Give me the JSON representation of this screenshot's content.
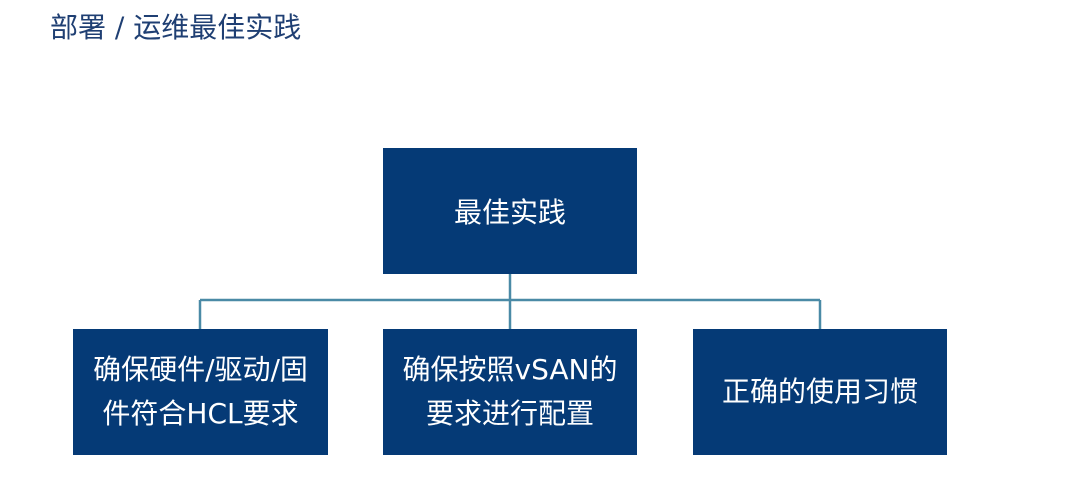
{
  "header": {
    "title": "部署 / 运维最佳实践"
  },
  "diagram": {
    "root": {
      "label": "最佳实践"
    },
    "children": [
      {
        "lines": [
          "确保硬件/驱动/固",
          "件符合HCL要求"
        ]
      },
      {
        "lines": [
          "确保按照vSAN的",
          "要求进行配置"
        ]
      },
      {
        "lines": [
          "正确的使用习惯"
        ]
      }
    ]
  },
  "colors": {
    "box_fill": "#053a76",
    "box_text": "#ffffff",
    "connector": "#4a8aa6",
    "title": "#1f3f73"
  }
}
